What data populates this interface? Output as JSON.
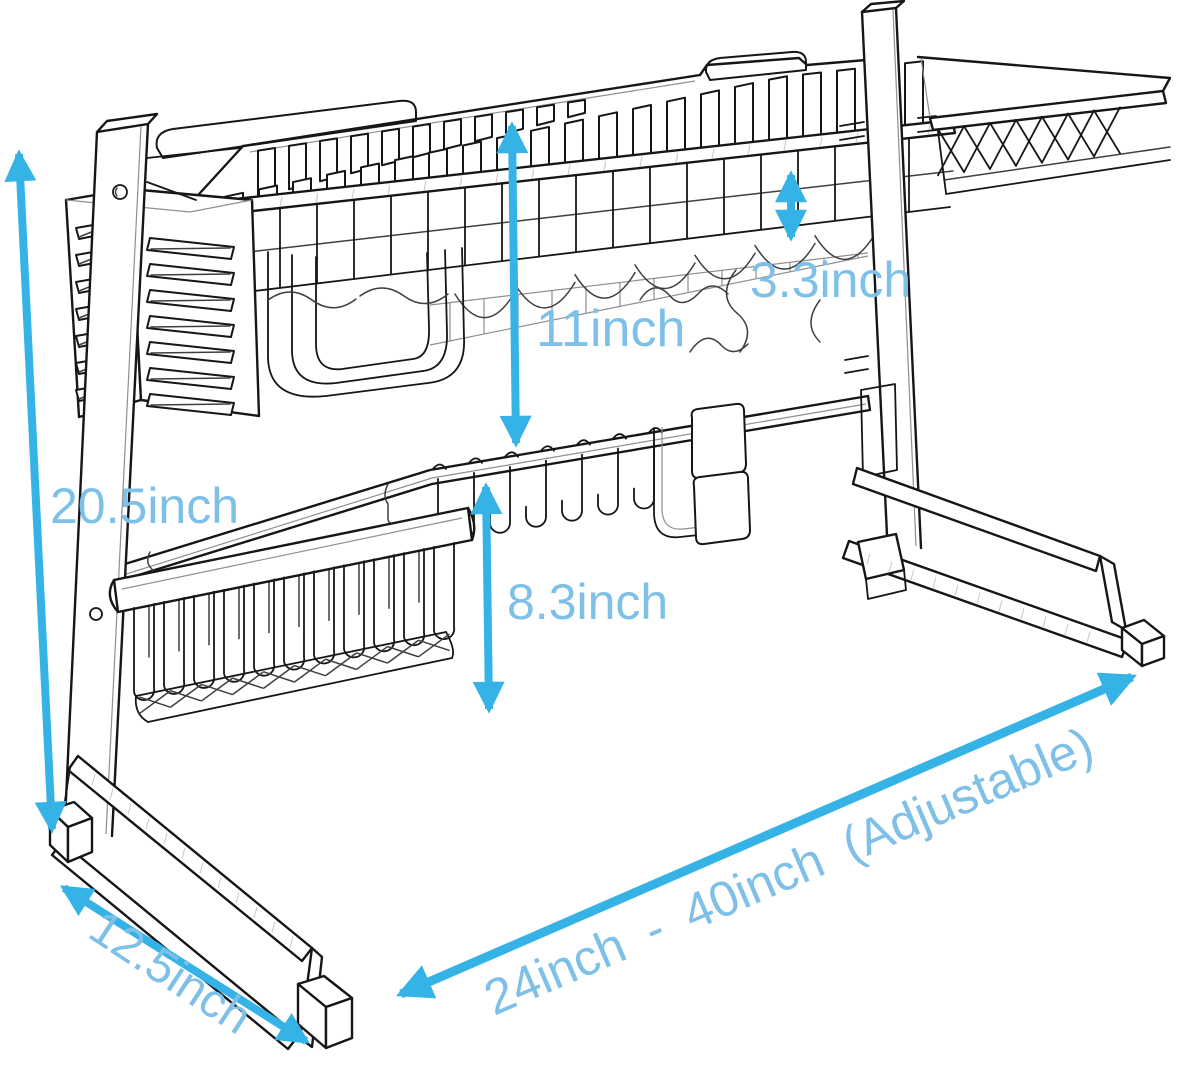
{
  "diagram": {
    "title": "Over-sink dish drying rack dimension diagram",
    "background": "#ffffff",
    "colors": {
      "arrow": "#36B3E6",
      "label": "#7FC0E8",
      "line_art": "#161616"
    },
    "dimensions": {
      "overall_height": {
        "label": "20.5inch"
      },
      "upper_clearance": {
        "label": "11inch"
      },
      "top_basket_depth": {
        "label": "3.3inch"
      },
      "hook_clearance": {
        "label": "8.3inch"
      },
      "base_depth": {
        "label": "12.5inch"
      },
      "adjustable_width": {
        "label": "24inch - 40inch (Adjustable)"
      }
    }
  }
}
